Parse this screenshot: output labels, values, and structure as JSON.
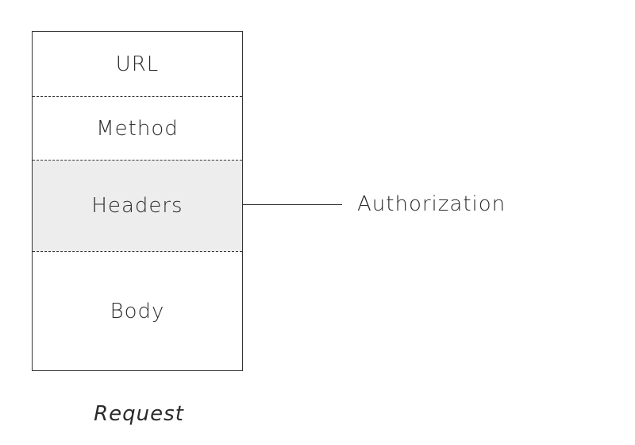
{
  "request": {
    "sections": {
      "url": "URL",
      "method": "Method",
      "headers": "Headers",
      "body": "Body"
    },
    "highlighted_section": "headers",
    "highlight_color": "#ededed",
    "caption": "Request"
  },
  "callout": {
    "label": "Authorization",
    "target": "headers"
  }
}
